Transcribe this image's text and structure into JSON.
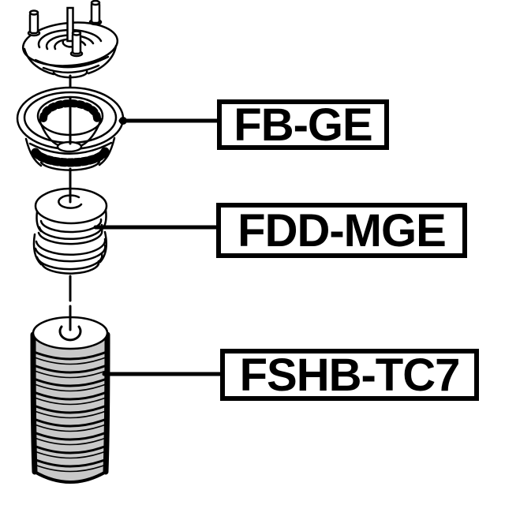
{
  "diagram": {
    "type": "exploded-suspension-parts-diagram",
    "background_color": "#ffffff",
    "line_color": "#000000",
    "boot_fill_color": "#c9c9c9",
    "labels": [
      {
        "text": "FB-GE"
      },
      {
        "text": "FDD-MGE"
      },
      {
        "text": "FSHB-TC7"
      }
    ]
  }
}
